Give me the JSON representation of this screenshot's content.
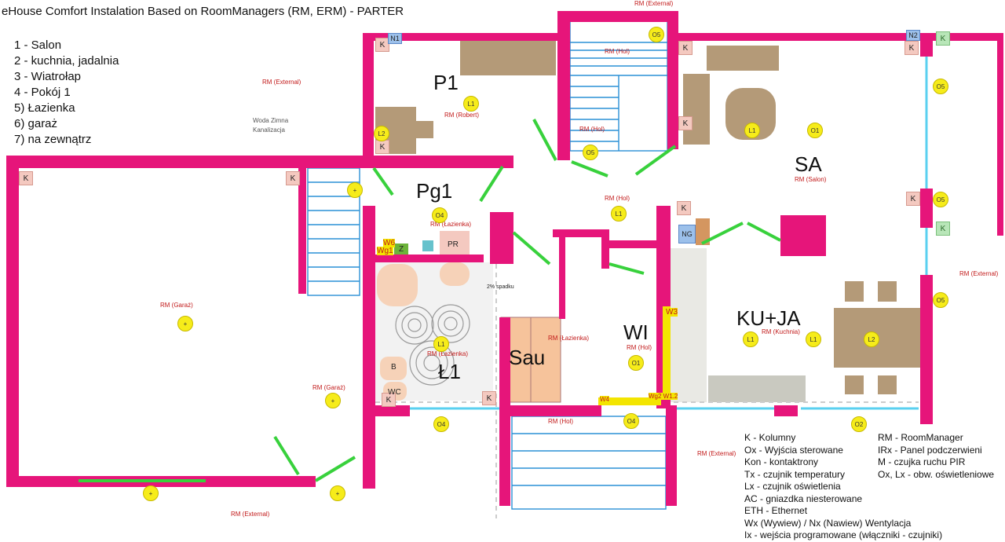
{
  "title": "eHouse Comfort Instalation Based on RoomManagers (RM, ERM) - PARTER",
  "rooms_list": [
    "1 - Salon",
    "2 - kuchnia, jadalnia",
    "3 - Wiatrołap",
    "4 - Pokój 1",
    "5) Łazienka",
    "6) garaż",
    "7) na zewnątrz"
  ],
  "small_legend": [
    "Woda Zimna",
    "Kanalizacja"
  ],
  "legend_left": [
    "K - Kolumny",
    "Ox - Wyjścia sterowane",
    "Kon - kontaktrony",
    "Tx - czujnik temperatury",
    "Lx - czujnik oświetlenia",
    "AC - gniazdka niesterowane",
    "ETH - Ethernet",
    "Wx (Wywiew) / Nx (Nawiew) Wentylacja",
    "Ix - wejścia programowane (włączniki - czujniki)"
  ],
  "legend_right": [
    "RM - RoomManager",
    "IRx - Panel podczerwieni",
    "M - czujka ruchu PIR",
    "Ox, Lx - obw. oświetleniowe"
  ],
  "room_names": {
    "p1": "P1",
    "pg1": "Pg1",
    "sa": "SA",
    "sau": "Sau",
    "wi": "WI",
    "l1": "Ł1",
    "kuja": "KU+JA"
  },
  "rm_labels": {
    "ext_top": "RM (External)",
    "ext_left": "RM (External)",
    "ext_right": "RM (External)",
    "ext_bottom": "RM (External)",
    "ext_bottom2": "RM (External)",
    "hol_top": "RM (Hol)",
    "hol_mid": "RM (Hol)",
    "hol_center": "RM (Hol)",
    "hol_wi": "RM (Hol)",
    "hol_bottom": "RM (Hol)",
    "robert": "RM (Robert)",
    "salon": "RM (Salon)",
    "lazienka1": "RM (Łazienka)",
    "lazienka2": "RM (Łazienka)",
    "lazienka3": "RM (Łazienka)",
    "kuchnia": "RM (Kuchnia)",
    "garaz1": "RM (Garaż)",
    "garaz2": "RM (Garaż)"
  },
  "marks": {
    "k": "K",
    "n1": "N1",
    "n2": "N2",
    "ng": "NG",
    "pr": "PR",
    "b": "B",
    "wc": "WC",
    "z": "Z",
    "w6": "W6",
    "wg1": "Wg1",
    "w3": "W3",
    "wg2": "Wg2 W1.2",
    "w4": "W4",
    "spadek": "2% spadku"
  },
  "lamps": {
    "l1": "L1",
    "l2": "L2",
    "o1": "O1",
    "o2": "O2",
    "o4": "O4",
    "o5": "O5"
  },
  "colors": {
    "wall": "#e6157a",
    "stairs": "#2a90d6",
    "door": "#38d13c",
    "window": "#5ad0f0",
    "furniture": "#b49a78",
    "sauna": "#f6c39b",
    "lamp": "#f6ec1a",
    "yellow_wall": "#f3e500"
  }
}
